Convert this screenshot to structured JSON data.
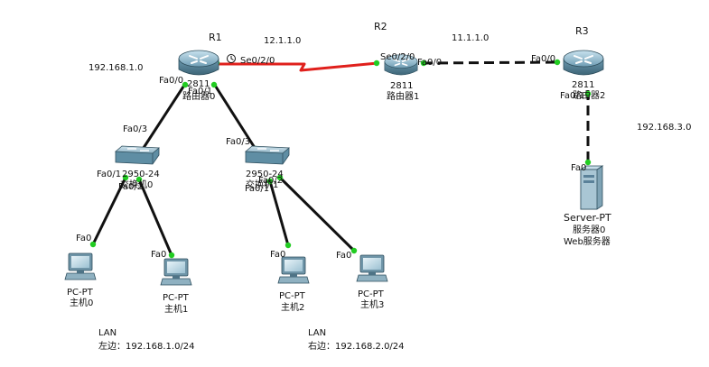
{
  "routers": {
    "r1": {
      "name": "R1",
      "model": "2811",
      "caption": "路由器0"
    },
    "r2": {
      "name": "R2",
      "model": "2811",
      "caption": "路由器1"
    },
    "r3": {
      "name": "R3",
      "model": "2811",
      "caption": "路由器2"
    }
  },
  "switches": {
    "sw0": {
      "model": "2950-24",
      "caption": "交换机0"
    },
    "sw1": {
      "model": "2950-24",
      "caption": "交换机1"
    }
  },
  "pcs": [
    {
      "model": "PC-PT",
      "name": "主机0",
      "port": "Fa0"
    },
    {
      "model": "PC-PT",
      "name": "主机1",
      "port": "Fa0"
    },
    {
      "model": "PC-PT",
      "name": "主机2",
      "port": "Fa0"
    },
    {
      "model": "PC-PT",
      "name": "主机3",
      "port": "Fa0"
    }
  ],
  "server": {
    "model": "Server-PT",
    "name": "服务器0",
    "role": "Web服务器",
    "port": "Fa0"
  },
  "networks": {
    "net_r1_r2": "12.1.1.0",
    "net_r2_r3": "11.1.1.0",
    "lan_left": "192.168.1.0",
    "lan_right_server": "192.168.3.0"
  },
  "ports": {
    "r1_se": "Se0/2/0",
    "r1_fa0": "Fa0/0",
    "r1_fa1": "Fa0/1",
    "r2_se": "Se0/2/0",
    "r2_fa": "Fa0/0",
    "r3_fa0": "Fa0/0",
    "r3_fa1": "Fa0/1",
    "sw0_fa3": "Fa0/3",
    "sw0_fa1": "Fa0/1",
    "sw0_fa2": "Fa0/2",
    "sw1_fa3": "Fa0/3",
    "sw1_fa1": "Fa0/1",
    "sw1_fa2": "Fa0/2"
  },
  "notes": {
    "left": {
      "title": "LAN",
      "text": "左边：192.168.1.0/24"
    },
    "right": {
      "title": "LAN",
      "text": "右边：192.168.2.0/24"
    }
  },
  "colors": {
    "serial_link": "#e0201c",
    "ethernet_link": "#111111",
    "link_up_dot": "#22cc22",
    "router_body": "#5a8fa8"
  }
}
